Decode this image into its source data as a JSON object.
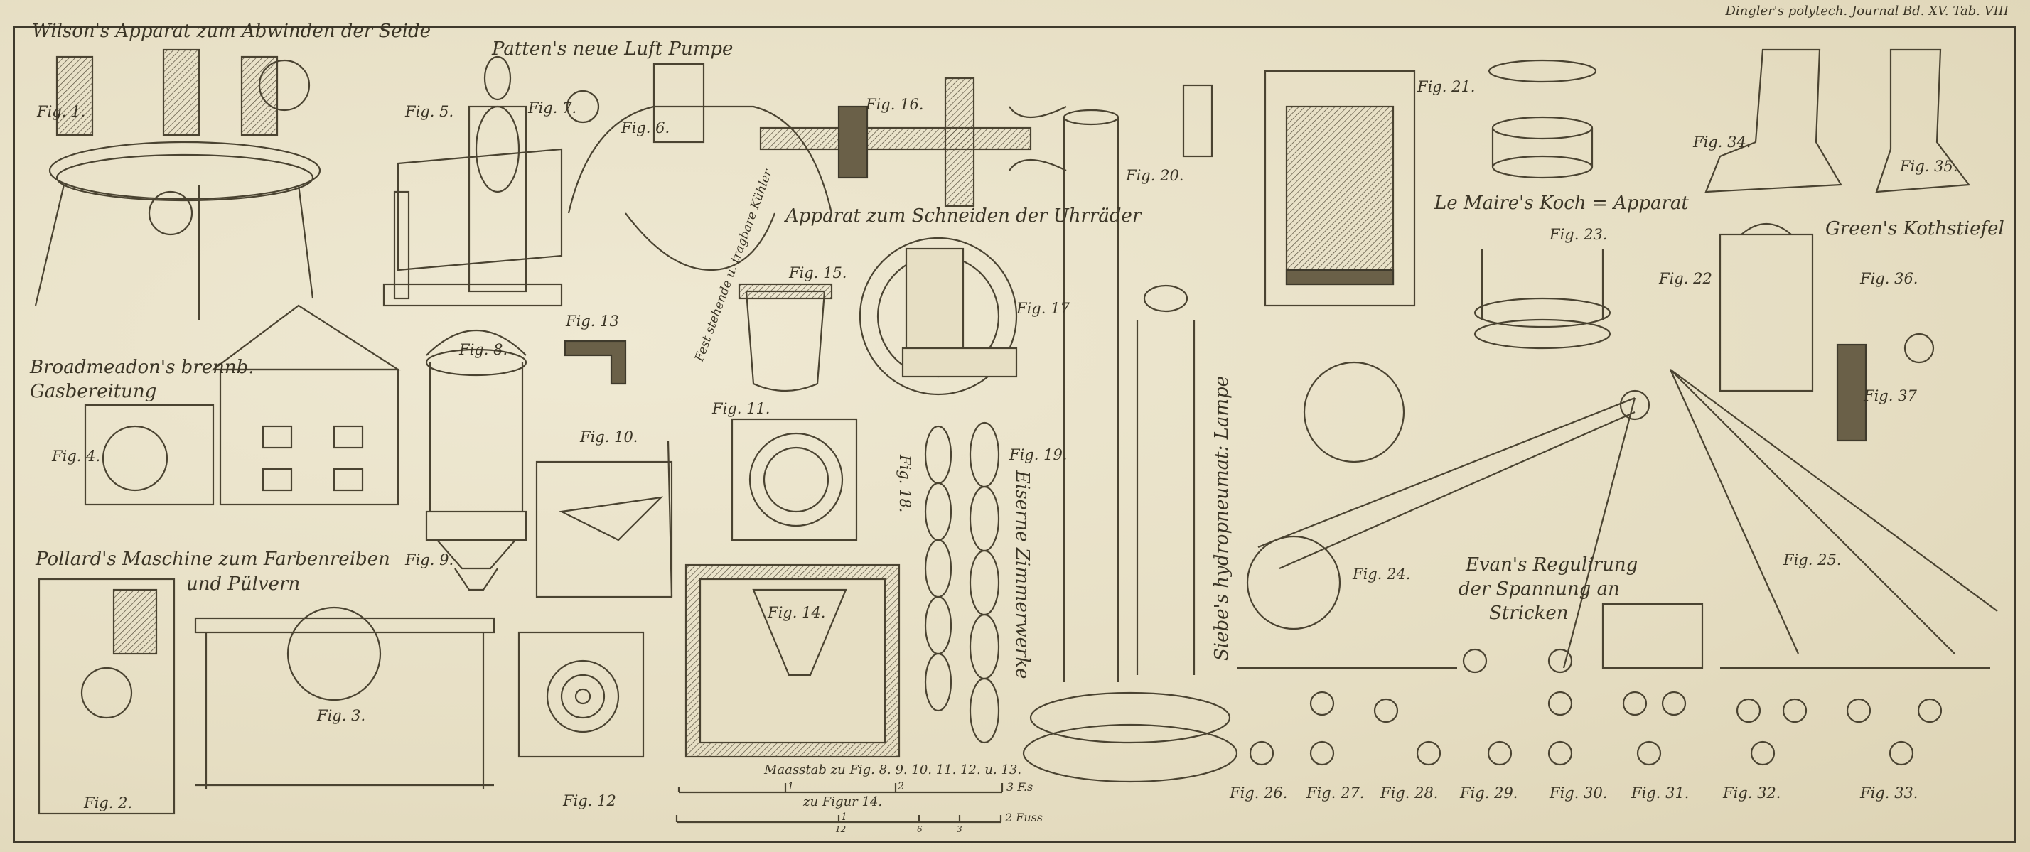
{
  "header": "Dingler's polytech. Journal Bd. XV. Tab. VIII",
  "titles": {
    "wilson": "Wilson's Apparat zum Abwinden der Seide",
    "patten": "Patten's neue Luft Pumpe",
    "uhrraeder": "Apparat zum Schneiden der Uhrräder",
    "broadmeadow_1": "Broadmeadon's brennb.",
    "broadmeadow_2": "Gasbereitung",
    "pollard_1": "Pollard's Maschine zum Farbenreiben",
    "pollard_2": "und Pülvern",
    "kuehler": "Fest stehende u. tragbare Kühler",
    "zimmerwerke": "Eiserne Zimmerwerke",
    "siebe": "Siebe's hydropneumat: Lampe",
    "lemaire": "Le Maire's Koch = Apparat",
    "green": "Green's Kothstiefel",
    "evan_1": "Evan's Regulirung",
    "evan_2": "der Spannung an",
    "evan_3": "Stricken"
  },
  "scales": {
    "scale1_title": "Maasstab zu Fig. 8. 9. 10. 11. 12. u. 13.",
    "scale1_ticks": [
      "1",
      "2",
      "3 F.s"
    ],
    "scale2_title": "zu Figur 14.",
    "scale2_ticks": [
      "1",
      "2 Fuss"
    ],
    "scale2_sub": [
      "12",
      "6",
      "3"
    ]
  },
  "figures": {
    "f1": "Fig. 1.",
    "f2": "Fig. 2.",
    "f3": "Fig. 3.",
    "f4": "Fig. 4.",
    "f5": "Fig. 5.",
    "f6": "Fig. 6.",
    "f7": "Fig. 7.",
    "f8": "Fig. 8.",
    "f9": "Fig. 9.",
    "f10": "Fig. 10.",
    "f11": "Fig. 11.",
    "f12": "Fig. 12",
    "f13": "Fig. 13",
    "f14": "Fig. 14.",
    "f15": "Fig. 15.",
    "f16": "Fig. 16.",
    "f17": "Fig. 17",
    "f18": "Fig. 18.",
    "f19": "Fig. 19.",
    "f20": "Fig. 20.",
    "f21": "Fig. 21.",
    "f22": "Fig. 22",
    "f23": "Fig. 23.",
    "f24": "Fig. 24.",
    "f25": "Fig. 25.",
    "f26": "Fig. 26.",
    "f27": "Fig. 27.",
    "f28": "Fig. 28.",
    "f29": "Fig. 29.",
    "f30": "Fig. 30.",
    "f31": "Fig. 31.",
    "f32": "Fig. 32.",
    "f33": "Fig. 33.",
    "f34": "Fig. 34.",
    "f35": "Fig. 35.",
    "f36": "Fig. 36.",
    "f37": "Fig. 37"
  }
}
